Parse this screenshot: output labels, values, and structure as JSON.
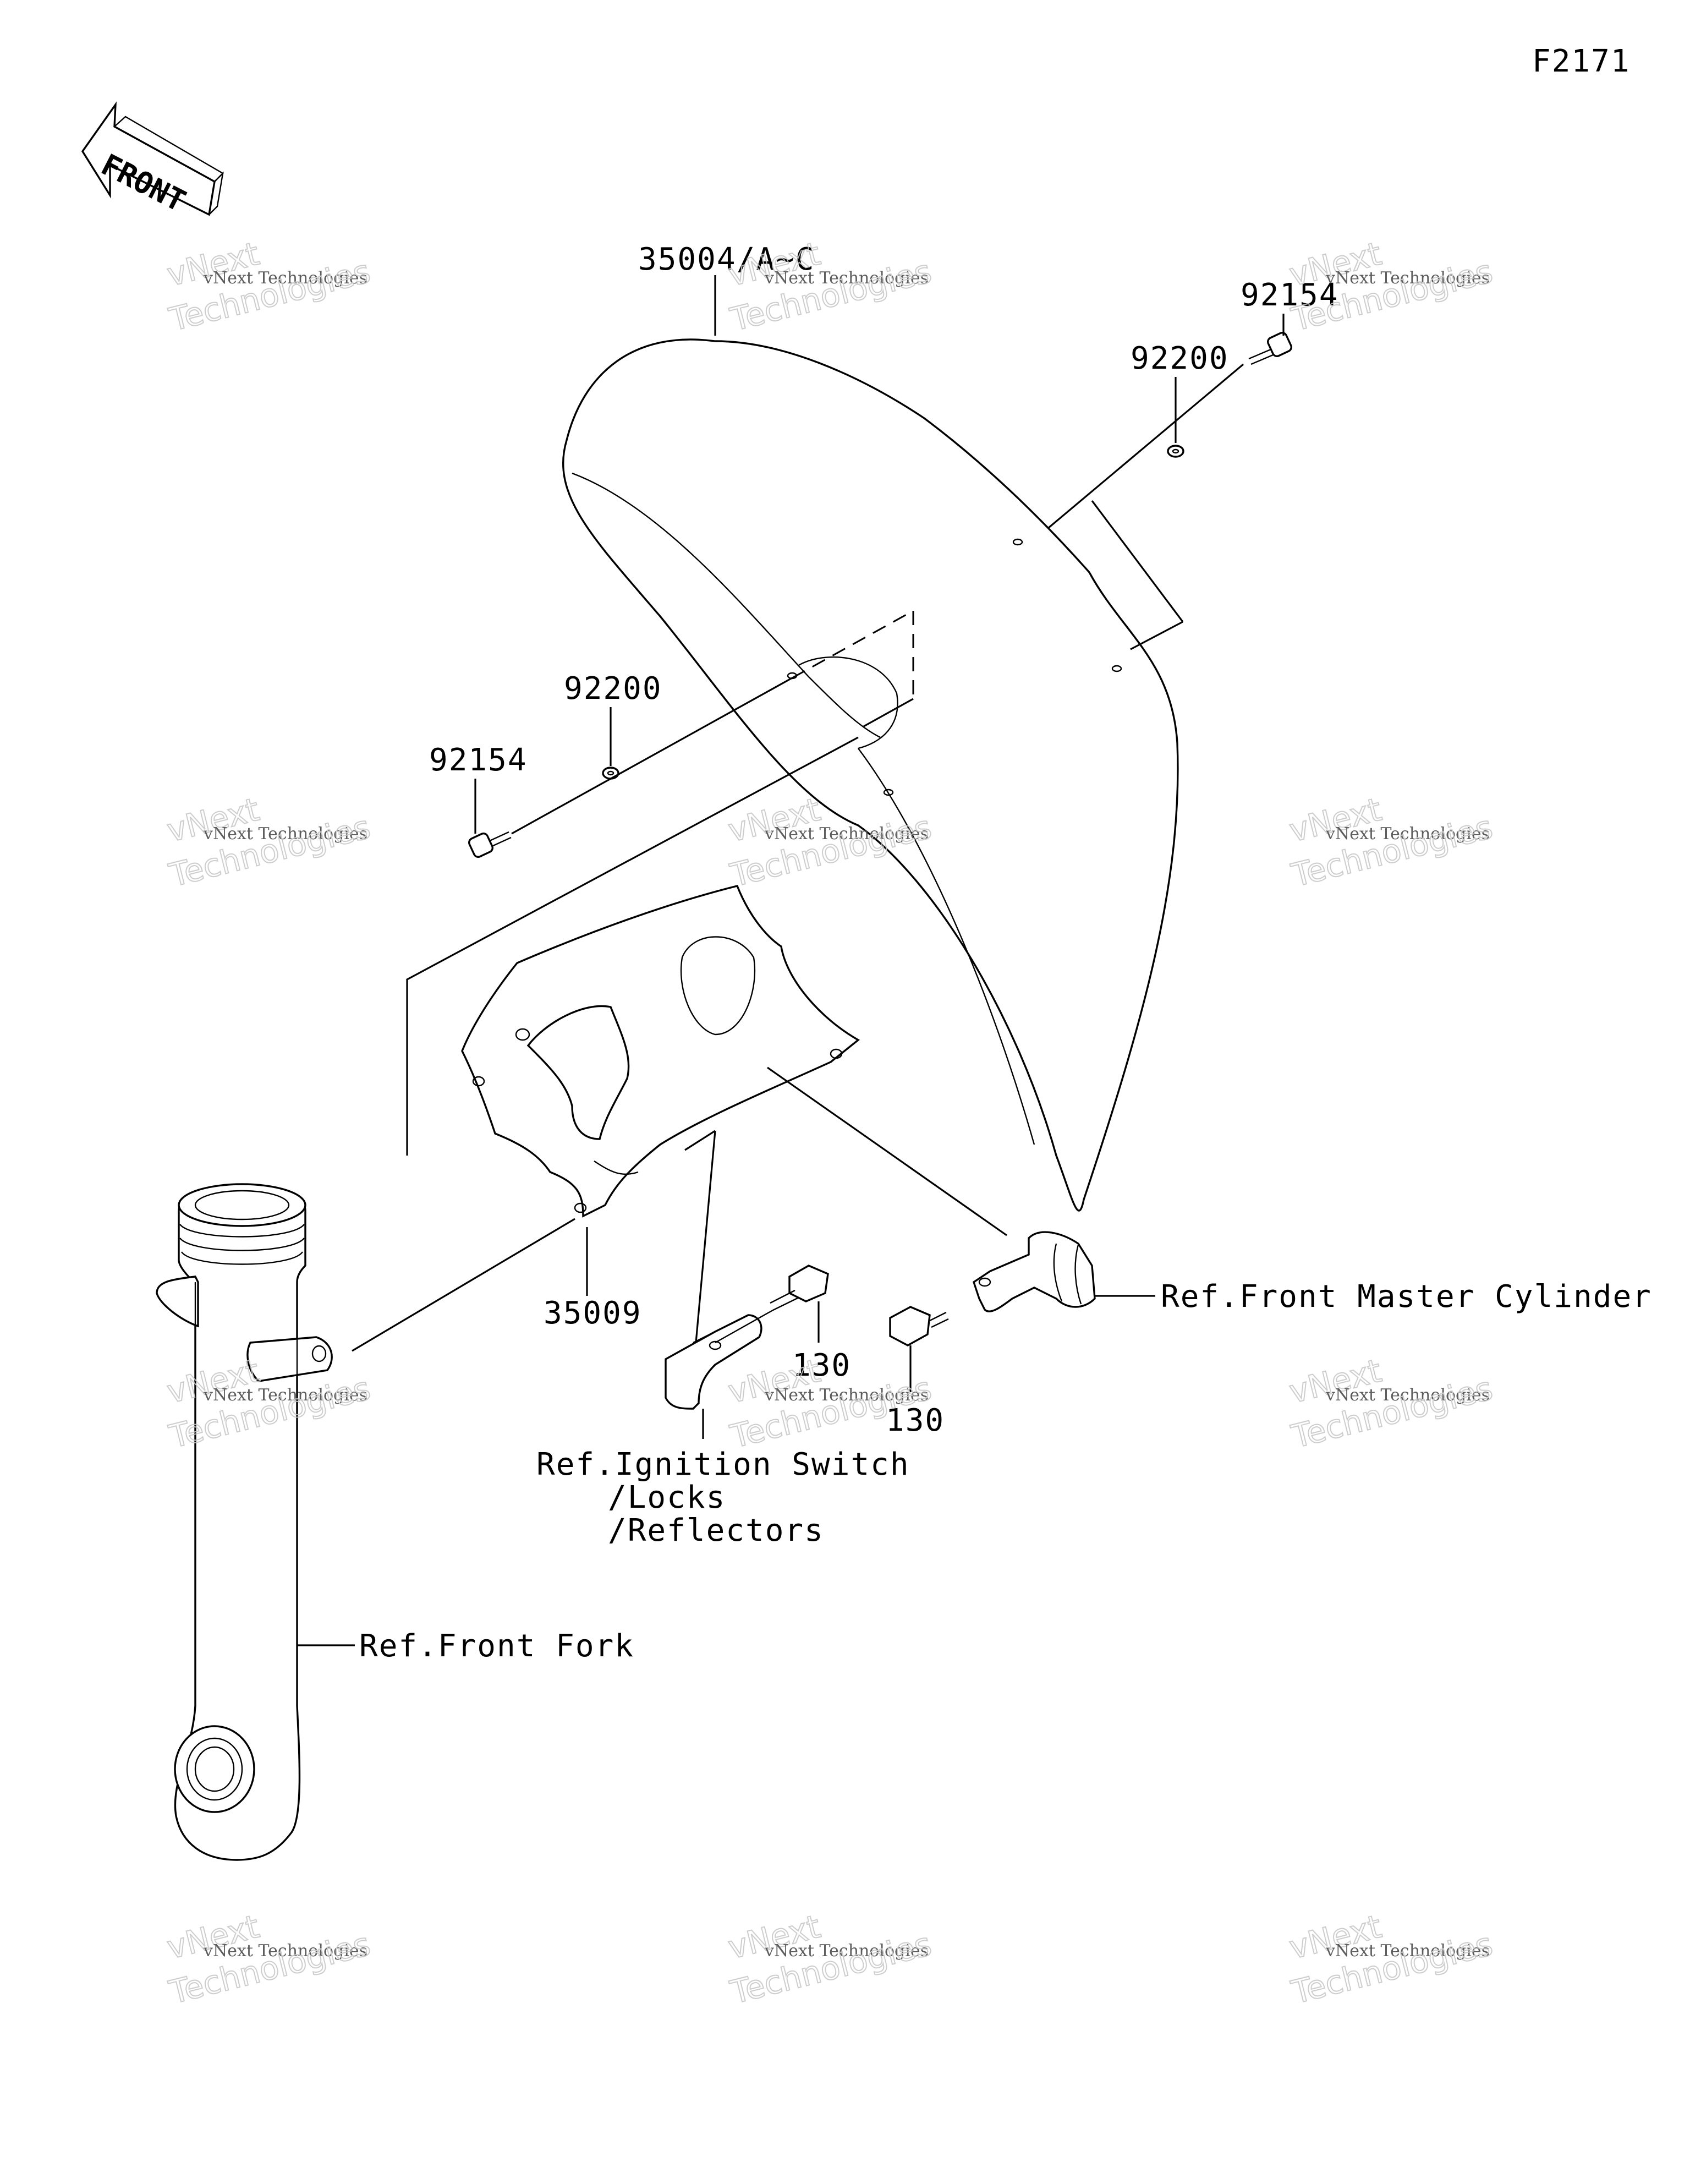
{
  "diagram_code": "F2171",
  "front_arrow": {
    "text": "FRONT",
    "icon": "front-direction-arrow-icon"
  },
  "callouts": {
    "fender": "35004/A~C",
    "bolt_right": "92154",
    "washer_right": "92200",
    "washer_left": "92200",
    "bolt_left": "92154",
    "inner_fender": "35009",
    "bolt_a": "130",
    "bolt_b": "130"
  },
  "references": {
    "front_master_cylinder": "Ref.Front Master Cylinder",
    "ignition_switch_1": "Ref.Ignition Switch",
    "ignition_switch_2": "/Locks",
    "ignition_switch_3": "/Reflectors",
    "front_fork": "Ref.Front Fork"
  },
  "watermark": {
    "small": "vNext Technologies",
    "large_1": "vNext",
    "large_2": "Technologies"
  }
}
